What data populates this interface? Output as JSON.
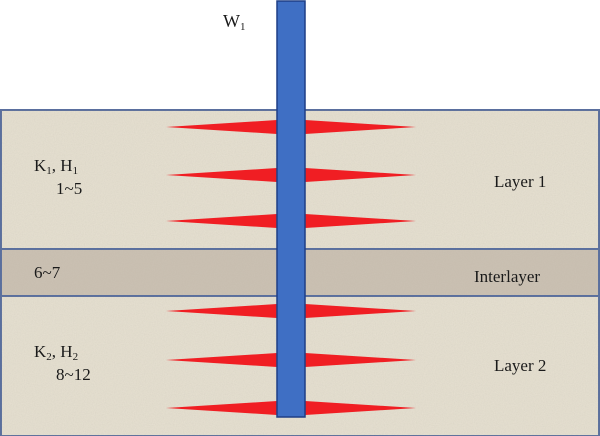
{
  "well": {
    "name": "W",
    "subscript": "1",
    "color": "#3F6FC4",
    "border": "#1F3F86"
  },
  "layer1": {
    "label": "Layer 1",
    "params": [
      {
        "letter": "K",
        "sub": "1"
      },
      {
        "letter": "H",
        "sub": "1"
      }
    ],
    "range": "1~5",
    "color": "#E7E1D2"
  },
  "interlayer": {
    "label": "Interlayer",
    "range": "6~7",
    "color": "#CBC1B3"
  },
  "layer2": {
    "label": "Layer 2",
    "params": [
      {
        "letter": "K",
        "sub": "2"
      },
      {
        "letter": "H",
        "sub": "2"
      }
    ],
    "range": "8~12",
    "color": "#E7E1D2"
  },
  "fracture_color": "#F01E23",
  "boundary_color": "#5A6F9E"
}
